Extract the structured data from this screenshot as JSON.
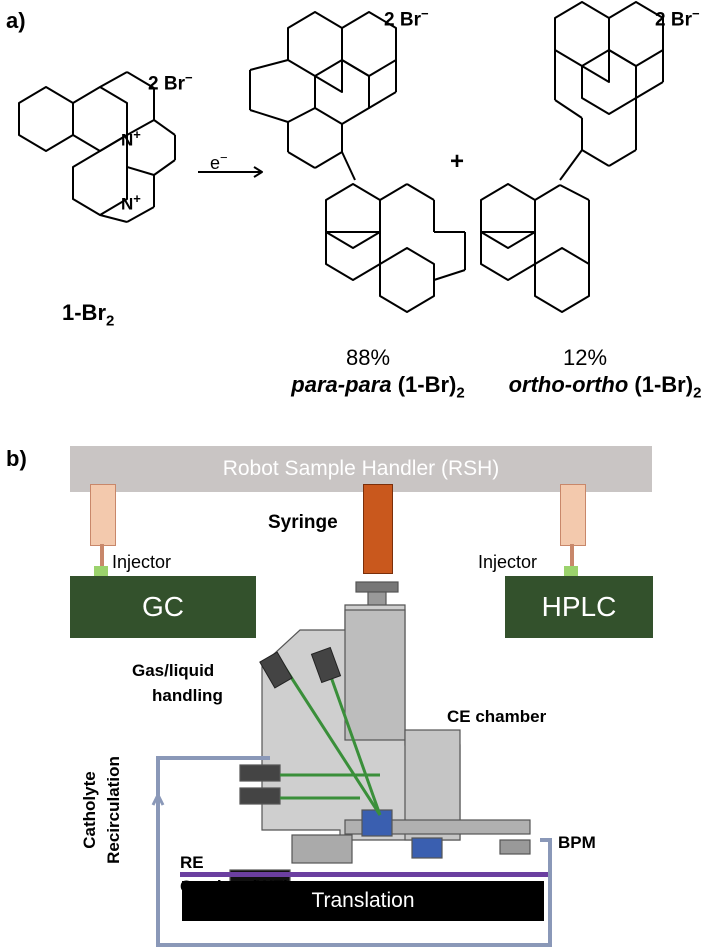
{
  "panel_a": {
    "label": "a)",
    "reagent": "e",
    "reagent_charge": "−",
    "start_name": "1-Br",
    "start_sub": "2",
    "counterion": "2 Br",
    "counterion_charge": "−",
    "n_plus": "+",
    "products": [
      {
        "yield": "88%",
        "name_italic": "para-para",
        "name_rest": " (1-Br)",
        "sub": "2"
      },
      {
        "yield": "12%",
        "name_italic": "ortho-ortho",
        "name_rest": " (1-Br)",
        "sub": "2"
      }
    ],
    "plus_sign": "+"
  },
  "panel_b": {
    "label": "b)",
    "rsh": "Robot Sample Handler (RSH)",
    "syringe": "Syringe",
    "injector_left": "Injector",
    "injector_right": "Injector",
    "gc": "GC",
    "hplc": "HPLC",
    "gas_liquid_1": "Gas/liquid",
    "gas_liquid_2": "handling",
    "ce_chamber": "CE chamber",
    "bpm": "BPM",
    "re": "RE",
    "catalyst": "Catalyst (WE)",
    "translation": "Translation",
    "recirc_1": "Catholyte",
    "recirc_2": "Recirculation"
  }
}
